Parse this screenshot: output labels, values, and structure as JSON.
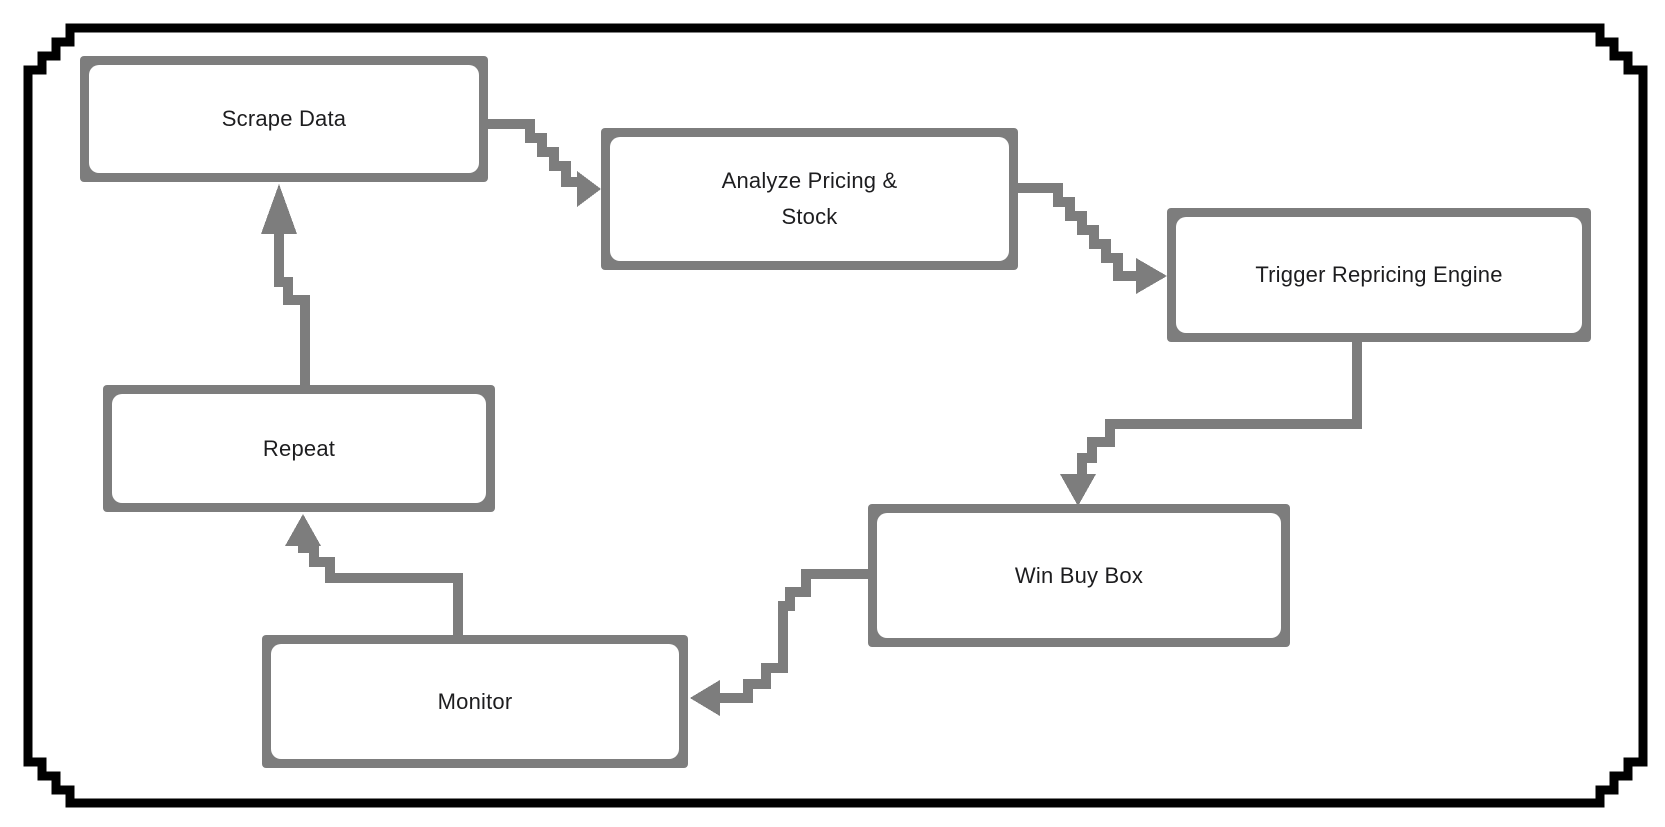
{
  "diagram": {
    "type": "flowchart",
    "background": "#ffffff",
    "colors": {
      "frame_border": "#000000",
      "node_border": "#7d7d7d",
      "connector": "#7d7d7d",
      "node_fill": "#ffffff",
      "label_text": "#1d1d1f"
    },
    "nodes": [
      {
        "id": "scrape-data",
        "label": "Scrape Data"
      },
      {
        "id": "analyze-pricing-stock",
        "label": "Analyze Pricing & Stock"
      },
      {
        "id": "trigger-repricing-engine",
        "label": "Trigger Repricing Engine"
      },
      {
        "id": "win-buy-box",
        "label": "Win Buy Box"
      },
      {
        "id": "monitor",
        "label": "Monitor"
      },
      {
        "id": "repeat",
        "label": "Repeat"
      }
    ],
    "edges": [
      {
        "from": "scrape-data",
        "to": "analyze-pricing-stock"
      },
      {
        "from": "analyze-pricing-stock",
        "to": "trigger-repricing-engine"
      },
      {
        "from": "trigger-repricing-engine",
        "to": "win-buy-box"
      },
      {
        "from": "win-buy-box",
        "to": "monitor"
      },
      {
        "from": "monitor",
        "to": "repeat"
      },
      {
        "from": "repeat",
        "to": "scrape-data"
      }
    ]
  }
}
